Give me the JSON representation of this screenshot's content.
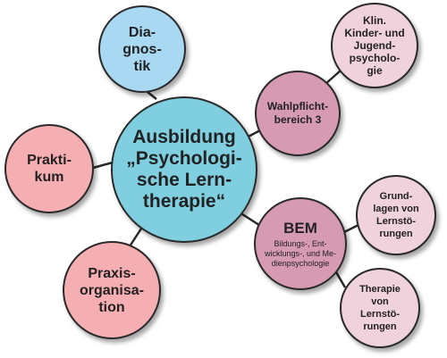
{
  "colors": {
    "central": "#7fcfe0",
    "diagnostik": "#a8d8f2",
    "rose": "#f5aeb2",
    "mauve": "#d69ab2",
    "pale_pink": "#f0d2dd",
    "outline": "#2a2a2a"
  },
  "nodes": {
    "center": {
      "lines": [
        "Ausbildung",
        "„Psychologi-",
        "sche Lern-",
        "therapie“"
      ]
    },
    "diagnostik": {
      "lines": [
        "Dia-",
        "gnos-",
        "tik"
      ]
    },
    "praktikum": {
      "lines": [
        "Prakti-",
        "kum"
      ]
    },
    "praxisorganisation": {
      "lines": [
        "Praxis-",
        "organisa-",
        "tion"
      ]
    },
    "wahlpflicht": {
      "lines": [
        "Wahlpflicht-",
        "bereich 3"
      ]
    },
    "klinische": {
      "lines": [
        "Klin.",
        "Kinder- und",
        "Jugend-",
        "psycholo-",
        "gie"
      ]
    },
    "bem": {
      "title": "BEM",
      "sub": [
        "Bildungs-, Ent-",
        "wicklungs-, und Me-",
        "dienpsychologie"
      ]
    },
    "grundlagen": {
      "lines": [
        "Grund-",
        "lagen von",
        "Lernstö-",
        "rungen"
      ]
    },
    "therapie": {
      "lines": [
        "Therapie",
        "von",
        "Lernstö-",
        "rungen"
      ]
    }
  }
}
